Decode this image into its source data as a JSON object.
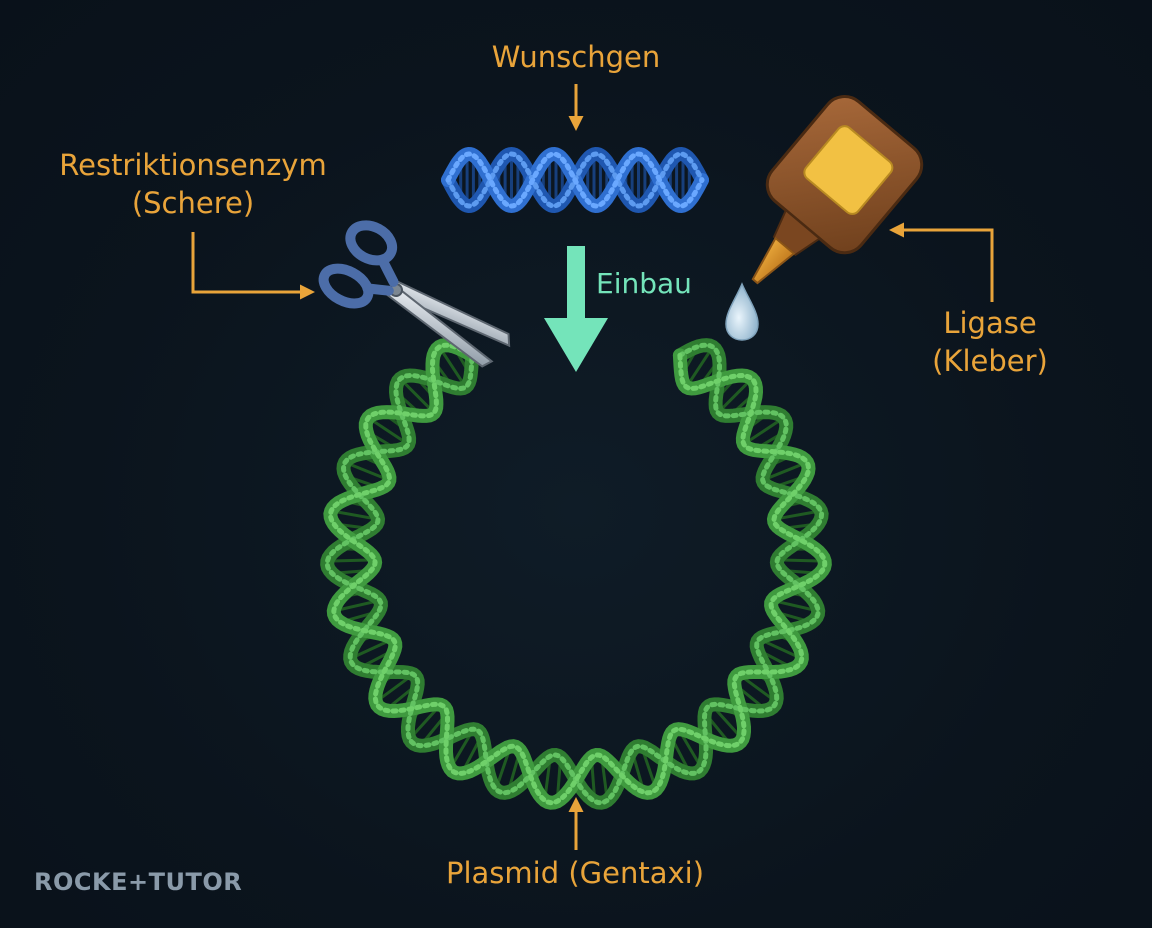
{
  "labels": {
    "gene": "Wunschgen",
    "enzyme_line1": "Restriktionsenzym",
    "enzyme_line2": "(Schere)",
    "ligase_line1": "Ligase",
    "ligase_line2": "(Kleber)",
    "insertion": "Einbau",
    "plasmid": "Plasmid (Gentaxi)"
  },
  "logo": "ROCKE+TUTOR",
  "colors": {
    "background": "#0b141d",
    "label": "#e9a43a",
    "arrow": "#e9a43a",
    "insert_arrow": "#74e4ba",
    "plasmid_dna": "#3f9a3f",
    "gene_dna": "#2f6fd0",
    "scissors_handle": "#4c6da8",
    "glue_bottle": "#8a5228",
    "glue_label": "#f2c143",
    "glue_drop": "#b9d5e8"
  },
  "icons": [
    "scissors-icon",
    "glue-bottle-icon",
    "glue-drop-icon",
    "dna-helix-icon"
  ]
}
